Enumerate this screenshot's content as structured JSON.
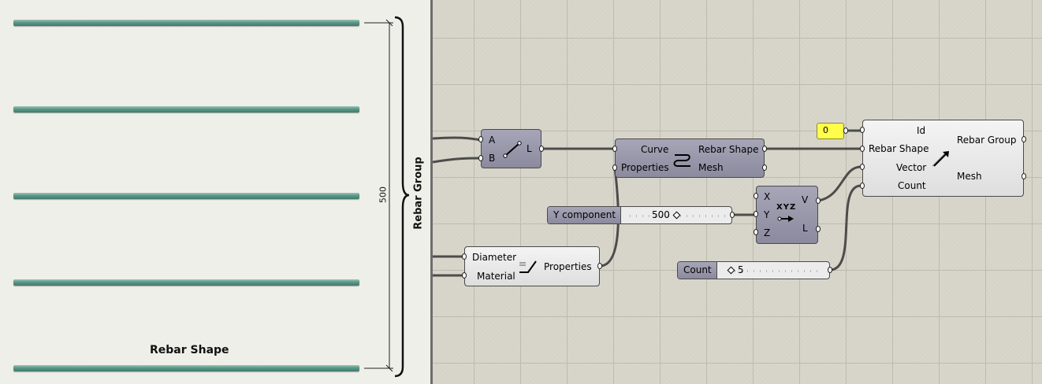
{
  "viewport": {
    "dimension_label": "500",
    "group_label": "Rebar Group",
    "shape_label": "Rebar Shape",
    "rebar_count": 5
  },
  "nodes": {
    "line": {
      "input_a": "A",
      "input_b": "B",
      "output": "L"
    },
    "rebar_shape": {
      "input_curve": "Curve",
      "input_properties": "Properties",
      "output_shape": "Rebar Shape",
      "output_mesh": "Mesh"
    },
    "properties": {
      "input_diameter": "Diameter",
      "input_material": "Material",
      "output": "Properties"
    },
    "vector_xyz": {
      "input_x": "X",
      "input_y": "Y",
      "input_z": "Z",
      "output_v": "V",
      "output_l": "L",
      "icon_text": "XYZ"
    },
    "rebar_group": {
      "input_id": "Id",
      "input_shape": "Rebar Shape",
      "input_vector": "Vector",
      "input_count": "Count",
      "output_group": "Rebar Group",
      "output_mesh": "Mesh"
    }
  },
  "panel": {
    "value": "0"
  },
  "sliders": {
    "y_component": {
      "label": "Y component",
      "value": "500"
    },
    "count": {
      "label": "Count",
      "value": "5"
    }
  },
  "colors": {
    "rebar": "#4f8b7c",
    "node_dark": "#9695aa",
    "node_light": "#ececec",
    "panel": "#ffff4a",
    "wire": "#4c4c4c",
    "canvas": "#d6d4c8"
  }
}
